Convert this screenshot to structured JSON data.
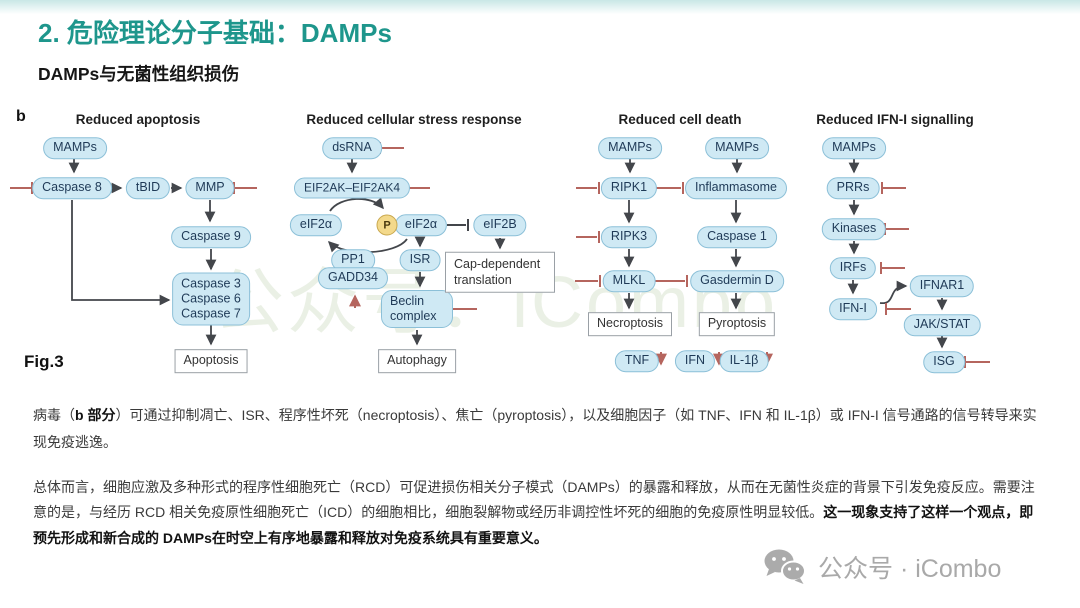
{
  "slide": {
    "title": "2. 危险理论分子基础：DAMPs",
    "subtitle": "DAMPs与无菌性组织损伤"
  },
  "figure": {
    "panel_label": "b",
    "fig_label": "Fig.3",
    "headers": {
      "apoptosis": "Reduced apoptosis",
      "stress": "Reduced cellular stress response",
      "cell_death": "Reduced cell death",
      "ifn": "Reduced IFN-I signalling"
    },
    "nodes": {
      "mamps1": "MAMPs",
      "caspase8": "Caspase 8",
      "tbid": "tBID",
      "mmp": "MMP",
      "caspase9": "Caspase 9",
      "caspase3": "Caspase 3",
      "caspase6": "Caspase 6",
      "caspase7": "Caspase 7",
      "apoptosis": "Apoptosis",
      "dsrna": "dsRNA",
      "eif2ak": "EIF2AK–EIF2AK4",
      "eif2a_left": "eIF2α",
      "phospho": "P",
      "eif2a_right": "eIF2α",
      "eif2b": "eIF2B",
      "pp1": "PP1",
      "gadd34": "GADD34",
      "isr": "ISR",
      "beclin": "Beclin complex",
      "cap_dependent": "Cap-dependent translation",
      "autophagy": "Autophagy",
      "mamps2": "MAMPs",
      "ripk1": "RIPK1",
      "ripk3": "RIPK3",
      "mlkl": "MLKL",
      "necroptosis": "Necroptosis",
      "mamps3": "MAMPs",
      "inflammasome": "Inflammasome",
      "caspase1": "Caspase 1",
      "gasdermin": "Gasdermin D",
      "pyroptosis": "Pyroptosis",
      "tnf": "TNF",
      "ifn_cytokine": "IFN",
      "il1b": "IL-1β",
      "mamps4": "MAMPs",
      "prrs": "PRRs",
      "kinases": "Kinases",
      "irfs": "IRFs",
      "ifn1": "IFN-I",
      "ifnar1": "IFNAR1",
      "jakstat": "JAK/STAT",
      "isg": "ISG"
    }
  },
  "paragraph1": {
    "part1": "病毒（",
    "bold": "b 部分",
    "part2": "）可通过抑制凋亡、ISR、程序性坏死（necroptosis）、焦亡（pyroptosis），以及细胞因子（如 TNF、IFN 和 IL-1β）或 IFN-I 信号通路的信号转导来实现免疫逃逸。"
  },
  "paragraph2": {
    "part1": "总体而言，细胞应激及多种形式的程序性细胞死亡（RCD）可促进损伤相关分子模式（DAMPs）的暴露和释放，从而在无菌性炎症的背景下引发免疫反应。需要注意的是，与经历 RCD 相关免疫原性细胞死亡（ICD）的细胞相比，细胞裂解物或经历非调控性坏死的细胞的免疫原性明显较低。",
    "bold": "这一现象支持了这样一个观点，即预先形成和新合成的 DAMPs在时空上有序地暴露和释放对免疫系统具有重要意义。"
  },
  "watermark": "公众号：iCombo",
  "footer": {
    "label": "公众号 · iCombo"
  },
  "colors": {
    "title_teal": "#1e968c",
    "node_fill": "#cfe9f4",
    "node_border": "#8cc0d8",
    "inhibit_red": "#b5655e",
    "arrow_dark": "#43464b",
    "phospho_yellow": "#f3d98b"
  }
}
